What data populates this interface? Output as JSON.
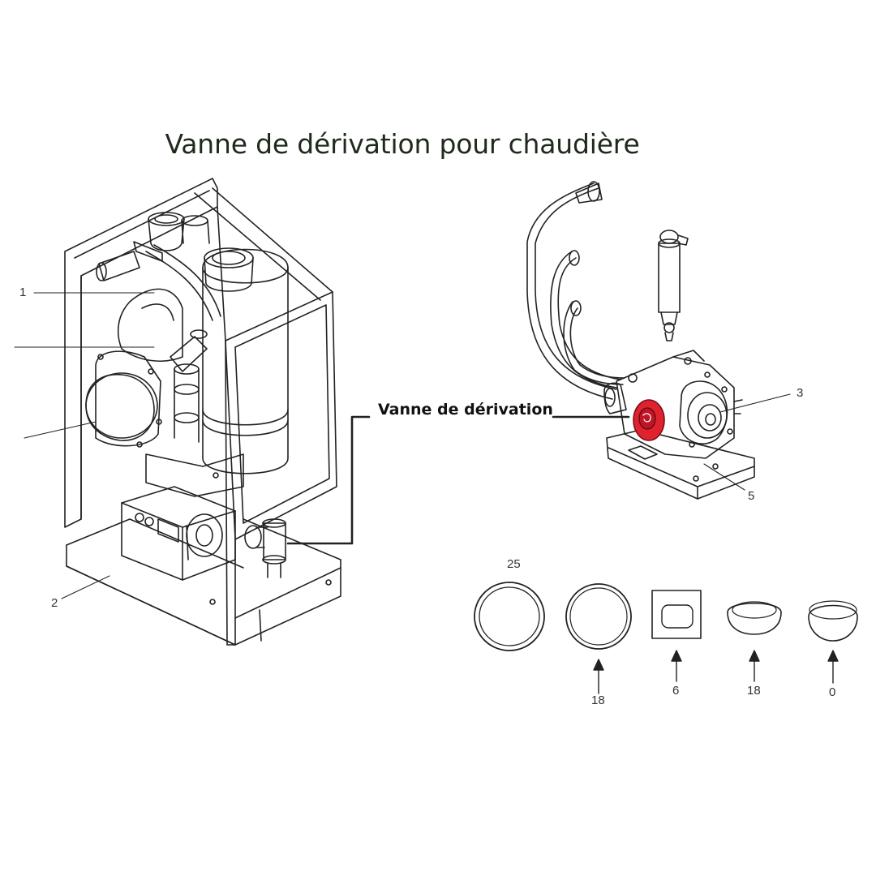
{
  "title": "Vanne de dérivation pour chaudière",
  "callout": "Vanne de dérivation",
  "part_numbers": {
    "p1": "1",
    "p2": "2",
    "p3": "3",
    "p5": "5"
  },
  "parts_row": {
    "top_label": "25",
    "labels": [
      "18",
      "6",
      "18",
      "0"
    ]
  },
  "colors": {
    "highlight": "#e0212f",
    "line": "#222222",
    "title": "#1f2a1c"
  }
}
